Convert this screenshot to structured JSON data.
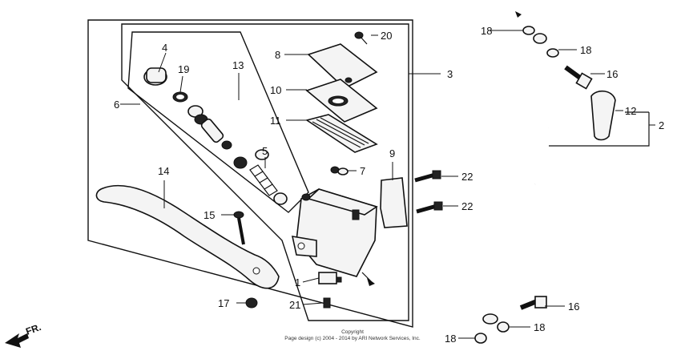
{
  "labels": {
    "l1": "1",
    "l2": "2",
    "l3": "3",
    "l4": "4",
    "l5": "5",
    "l6": "6",
    "l7": "7",
    "l8": "8",
    "l9": "9",
    "l10": "10",
    "l11": "11",
    "l12": "12",
    "l13": "13",
    "l14": "14",
    "l15": "15",
    "l16a": "16",
    "l16b": "16",
    "l17": "17",
    "l18a": "18",
    "l18b": "18",
    "l18c": "18",
    "l18d": "18",
    "l19": "19",
    "l20": "20",
    "l21": "21",
    "l22a": "22",
    "l22b": "22"
  },
  "direction": "FR.",
  "copyright": {
    "line1": "Copyright",
    "line2": "Page design (c) 2004 - 2014 by ARI Network Services, Inc."
  }
}
